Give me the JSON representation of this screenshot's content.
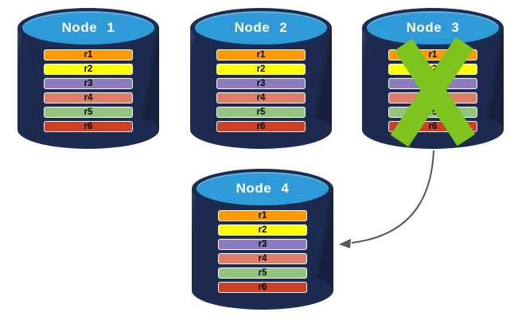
{
  "diagram": {
    "background_color": "#ffffff",
    "colors": {
      "cylinder_body": "#1c2b4f",
      "cylinder_top": "#2e9bd8",
      "node_title_text": "#ffffff",
      "replica_text": "#000000",
      "failure_x": "#7dc41e",
      "arrow": "#555555"
    },
    "nodes": [
      {
        "title": "Node 1",
        "failed": false,
        "replicas": [
          {
            "label": "r1",
            "color": "#ff9900"
          },
          {
            "label": "r2",
            "color": "#ffff00"
          },
          {
            "label": "r3",
            "color": "#8e7cc3"
          },
          {
            "label": "r4",
            "color": "#dd7e6b"
          },
          {
            "label": "r5",
            "color": "#93c47d"
          },
          {
            "label": "r6",
            "color": "#cc4125"
          }
        ]
      },
      {
        "title": "Node 2",
        "failed": false,
        "replicas": [
          {
            "label": "r1",
            "color": "#ff9900"
          },
          {
            "label": "r2",
            "color": "#ffff00"
          },
          {
            "label": "r3",
            "color": "#8e7cc3"
          },
          {
            "label": "r4",
            "color": "#dd7e6b"
          },
          {
            "label": "r5",
            "color": "#93c47d"
          },
          {
            "label": "r6",
            "color": "#cc4125"
          }
        ]
      },
      {
        "title": "Node 3",
        "failed": true,
        "replicas": [
          {
            "label": "r1",
            "color": "#ff9900"
          },
          {
            "label": "r2",
            "color": "#ffff00"
          },
          {
            "label": "r3",
            "color": "#8e7cc3"
          },
          {
            "label": "r4",
            "color": "#dd7e6b"
          },
          {
            "label": "r5",
            "color": "#93c47d"
          },
          {
            "label": "r6",
            "color": "#cc4125"
          }
        ]
      },
      {
        "title": "Node 4",
        "failed": false,
        "replicas": [
          {
            "label": "r1",
            "color": "#ff9900"
          },
          {
            "label": "r2",
            "color": "#ffff00"
          },
          {
            "label": "r3",
            "color": "#8e7cc3"
          },
          {
            "label": "r4",
            "color": "#dd7e6b"
          },
          {
            "label": "r5",
            "color": "#93c47d"
          },
          {
            "label": "r6",
            "color": "#cc4125"
          }
        ]
      }
    ],
    "arrow": {
      "from": "Node 3",
      "to": "Node 4"
    }
  }
}
